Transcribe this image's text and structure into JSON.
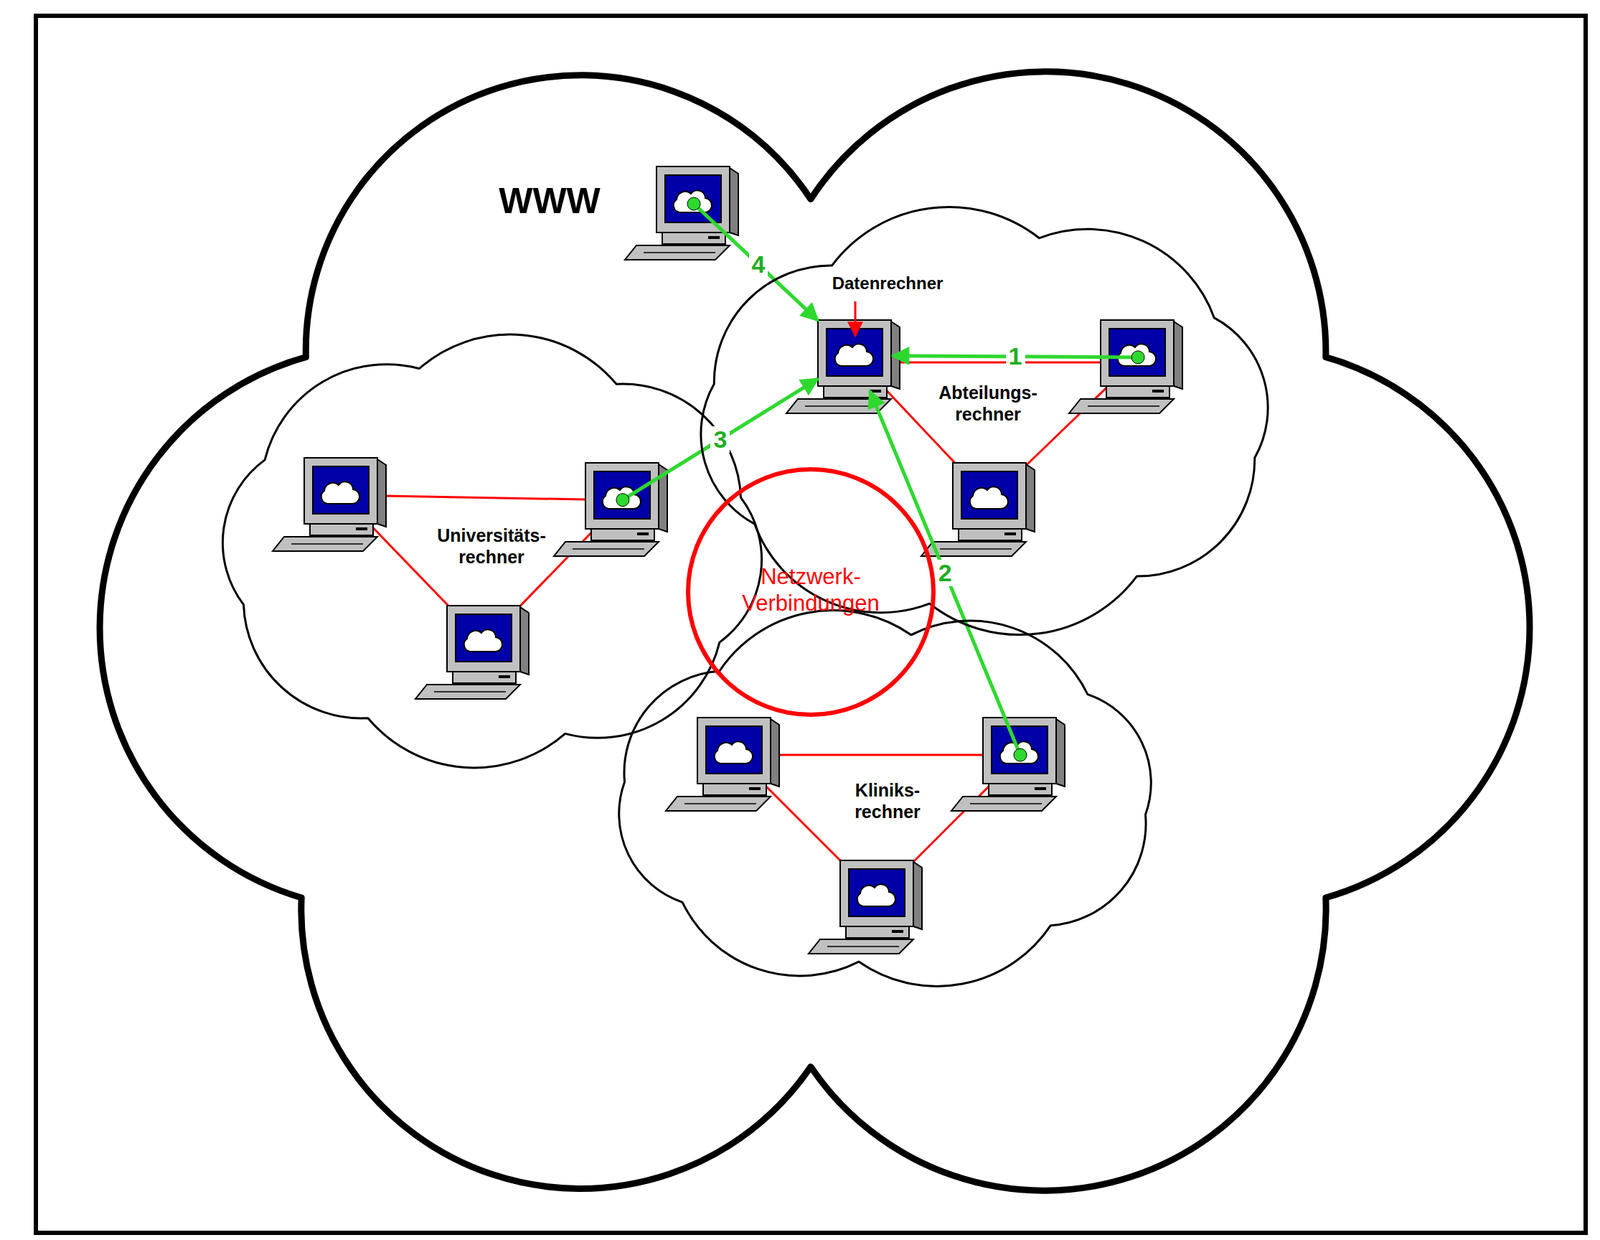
{
  "diagram": {
    "nodes": [
      {
        "text": [
          "WWW"
        ]
      },
      {
        "text": [
          "Abteilungs- rechner"
        ],
        "in": 0
      },
      {
        "text": [
          "Datenrechner"
        ],
        "in": 1
      },
      {
        "text": [
          "Universitäts- rechner"
        ],
        "in": 0
      },
      {
        "text": [
          "Kliniks- rechner"
        ],
        "in": 0
      },
      {
        "text": [
          "Netzwerk- Verbindungen"
        ],
        "in": 0
      }
    ],
    "edges": [
      {
        "from": 1,
        "to": 2,
        "label": "1",
        "arrow": "to"
      },
      {
        "from": 4,
        "to": 2,
        "label": "2",
        "arrow": "to"
      },
      {
        "from": 3,
        "to": 2,
        "label": "3",
        "arrow": "to"
      },
      {
        "from": 0,
        "to": 2,
        "label": "4",
        "arrow": "to"
      }
    ]
  }
}
